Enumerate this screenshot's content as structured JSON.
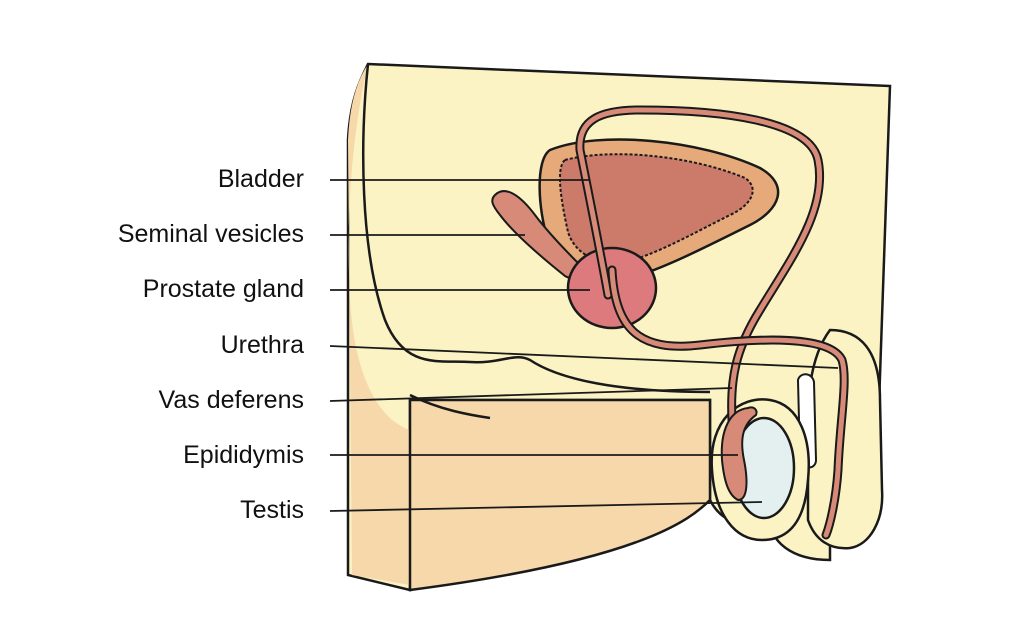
{
  "labels": {
    "bladder": "Bladder",
    "seminal_vesicles": "Seminal vesicles",
    "prostate_gland": "Prostate gland",
    "urethra": "Urethra",
    "vas_deferens": "Vas deferens",
    "epididymis": "Epididymis",
    "testis": "Testis"
  },
  "colors": {
    "body_light": "#fbf3c4",
    "body_shade": "#f6d8aa",
    "bladder_wall": "#e6a97a",
    "bladder_inner": "#cc7a6a",
    "prostate": "#dc7a7e",
    "duct": "#d88a78",
    "testis": "#e4f0f0",
    "outline": "#1a1a1a"
  }
}
